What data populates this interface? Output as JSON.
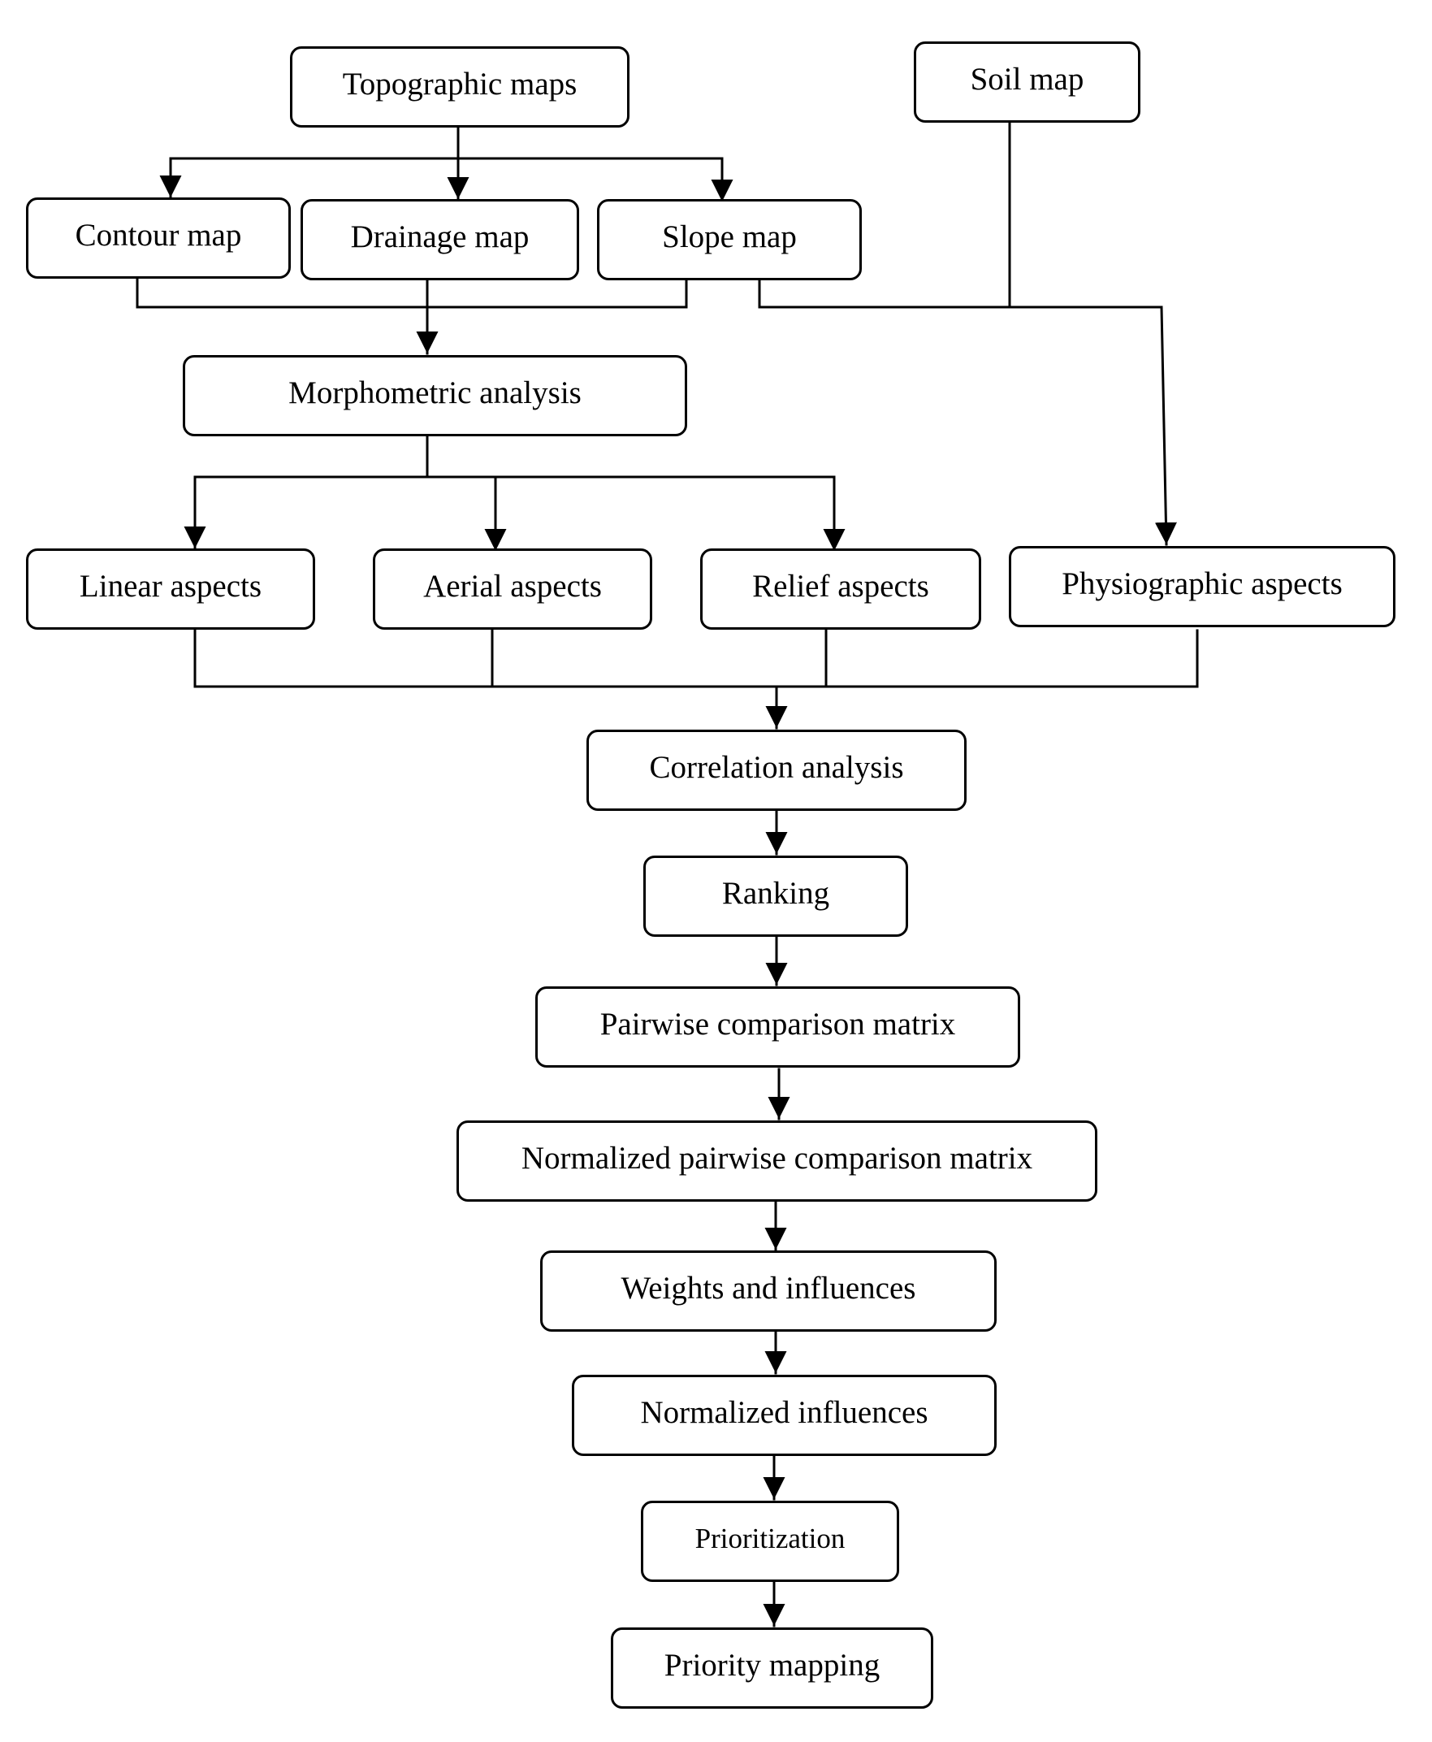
{
  "nodes": {
    "topographic_maps": "Topographic maps",
    "soil_map": "Soil map",
    "contour_map": "Contour map",
    "drainage_map": "Drainage map",
    "slope_map": "Slope map",
    "morphometric_analysis": "Morphometric analysis",
    "linear_aspects": "Linear aspects",
    "aerial_aspects": "Aerial aspects",
    "relief_aspects": "Relief aspects",
    "physiographic_aspects": "Physiographic aspects",
    "correlation_analysis": "Correlation analysis",
    "ranking": "Ranking",
    "pairwise_comparison_matrix": "Pairwise comparison matrix",
    "normalized_pairwise_comparison_matrix": "Normalized pairwise comparison matrix",
    "weights_and_influences": "Weights and influences",
    "normalized_influences": "Normalized influences",
    "prioritization": "Prioritization",
    "priority_mapping": "Priority mapping"
  }
}
